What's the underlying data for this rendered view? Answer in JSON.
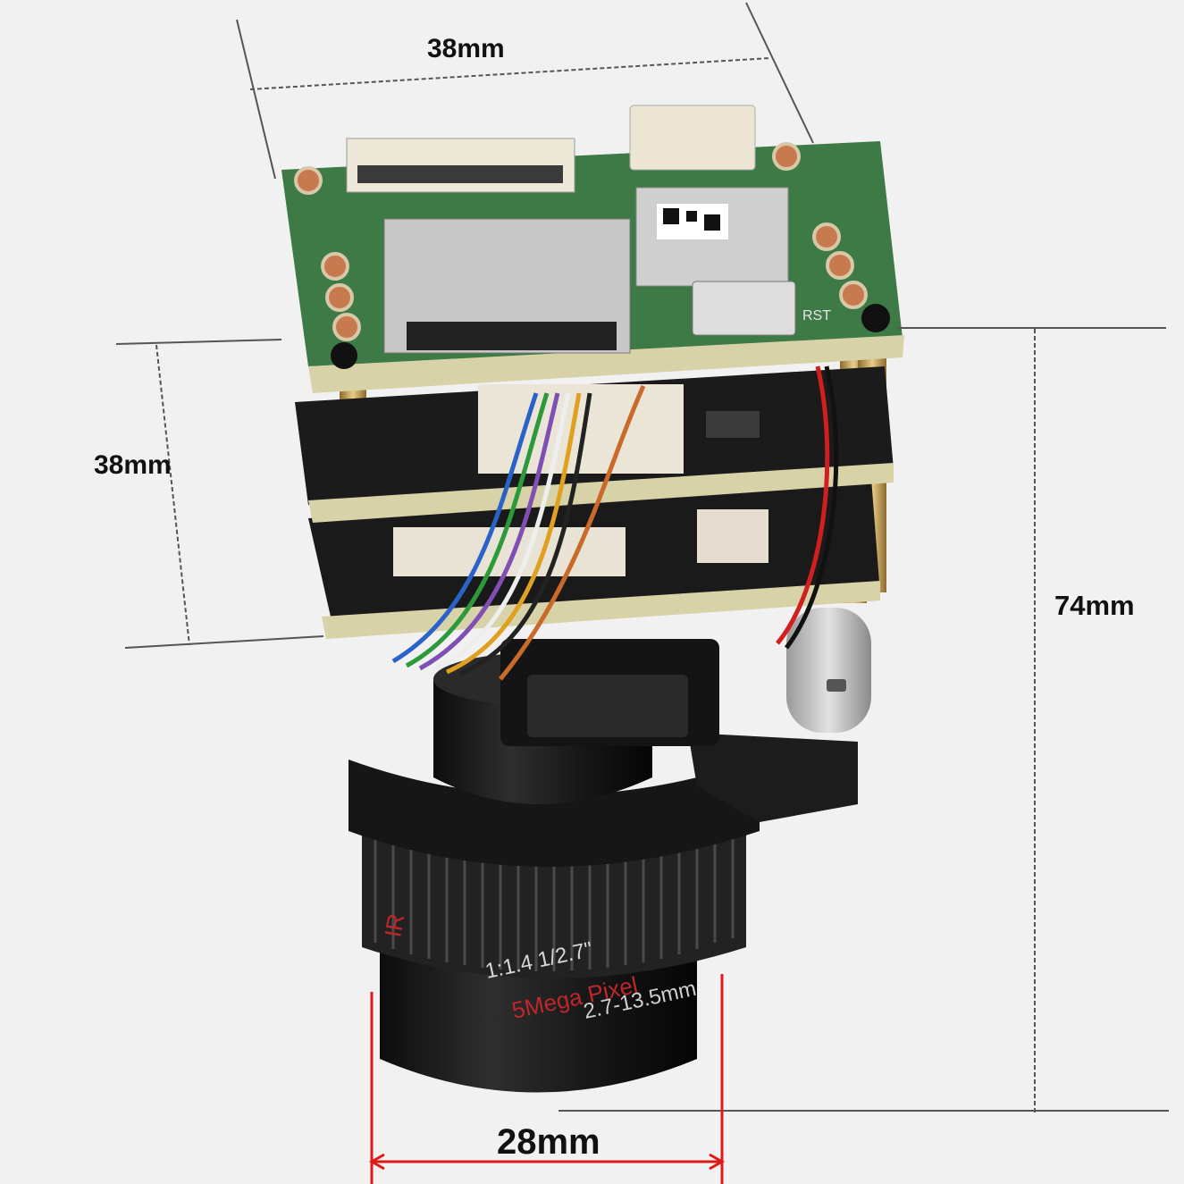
{
  "dimensions": {
    "top_width": "38mm",
    "board_height": "38mm",
    "total_height": "74mm",
    "lens_diameter": "28mm"
  },
  "board": {
    "reset_label": "RST"
  },
  "lens": {
    "brand_text": "5Mega Pixel",
    "focal_text": "2.7-13.5mm",
    "format_text": "1:1.4   1/2.7\"",
    "ir_text": "IR"
  },
  "colors": {
    "pcb": "#3e7a45",
    "pcb_edge": "#d8d2a8",
    "brass": "#c8a45a",
    "lens_black": "#1a1a1a",
    "red_text": "#c0262a",
    "measure_red": "#e01a1a",
    "measure_line": "#555555"
  }
}
